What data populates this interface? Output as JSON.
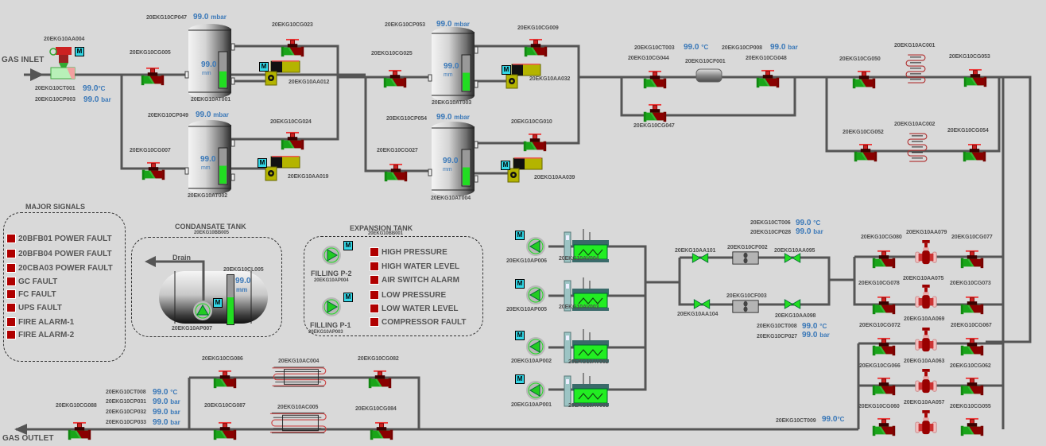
{
  "flow_labels": {
    "inlet": "GAS INLET",
    "outlet": "GAS OUTLET",
    "drain": "Drain"
  },
  "motor_badge": "M",
  "valves": [
    {
      "tag": "20EKG10CG005"
    },
    {
      "tag": "20EKG10CG007"
    },
    {
      "tag": "20EKG10CG023"
    },
    {
      "tag": "20EKG10CG024"
    },
    {
      "tag": "20EKG10CG025"
    },
    {
      "tag": "20EKG10CG027"
    },
    {
      "tag": "20EKG10CG009"
    },
    {
      "tag": "20EKG10CG010"
    },
    {
      "tag": "20EKG10CG044"
    },
    {
      "tag": "20EKG10CG047"
    },
    {
      "tag": "20EKG10CG048"
    },
    {
      "tag": "20EKG10CG050"
    },
    {
      "tag": "20EKG10CG052"
    },
    {
      "tag": "20EKG10CG053"
    },
    {
      "tag": "20EKG10CG054"
    },
    {
      "tag": "20EKG10CG080"
    },
    {
      "tag": "20EKG10CG077"
    },
    {
      "tag": "20EKG10CG078"
    },
    {
      "tag": "20EKG10CG073"
    },
    {
      "tag": "20EKG10CG072"
    },
    {
      "tag": "20EKG10CG067"
    },
    {
      "tag": "20EKG10CG066"
    },
    {
      "tag": "20EKG10CG062"
    },
    {
      "tag": "20EKG10CG060"
    },
    {
      "tag": "20EKG10CG055"
    },
    {
      "tag": "20EKG10CG086"
    },
    {
      "tag": "20EKG10CG082"
    },
    {
      "tag": "20EKG10CG087"
    },
    {
      "tag": "20EKG10CG084"
    },
    {
      "tag": "20EKG10CG088"
    }
  ],
  "control_valve": {
    "tag": "20EKG10AA004"
  },
  "actuators": [
    {
      "tag": "20EKG10AA012"
    },
    {
      "tag": "20EKG10AA019"
    },
    {
      "tag": "20EKG10AA032"
    },
    {
      "tag": "20EKG10AA039"
    }
  ],
  "vessels": [
    {
      "tag": "20EKG10AT001",
      "pressure_tag": "20EKG10CP047",
      "pressure": "99.0",
      "pressure_unit": "mbar",
      "level": "99.0",
      "level_unit": "mm",
      "fill": 0.45
    },
    {
      "tag": "20EKG10AT002",
      "pressure_tag": "20EKG10CP049",
      "pressure": "99.0",
      "pressure_unit": "mbar",
      "level": "99.0",
      "level_unit": "mm",
      "fill": 0.5
    },
    {
      "tag": "20EKG10AT003",
      "pressure_tag": "20EKG10CP053",
      "pressure": "99.0",
      "pressure_unit": "mbar",
      "level": "99.0",
      "level_unit": "mm",
      "fill": 0.5
    },
    {
      "tag": "20EKG10AT004",
      "pressure_tag": "20EKG10CP054",
      "pressure": "99.0",
      "pressure_unit": "mbar",
      "level": "99.0",
      "level_unit": "mm",
      "fill": 0.5
    }
  ],
  "inlet_readings": [
    {
      "tag": "20EKG10CT001",
      "value": "99.0",
      "unit": "°C"
    },
    {
      "tag": "20EKG10CP003",
      "value": "99.0",
      "unit": "bar"
    }
  ],
  "filter_line": {
    "filter_tag": "20EKG10CF001",
    "readings": [
      {
        "tag": "20EKG10CT003",
        "value": "99.0",
        "unit": "°C"
      },
      {
        "tag": "20EKG10CP008",
        "value": "99.0",
        "unit": "bar"
      }
    ]
  },
  "heaters_top": [
    {
      "tag": "20EKG10AC001"
    },
    {
      "tag": "20EKG10AC002"
    }
  ],
  "major_signals": {
    "title": "MAJOR SIGNALS",
    "items": [
      "20BFB01 POWER FAULT",
      "20BFB04 POWER FAULT",
      "20CBA03 POWER FAULT",
      "GC FAULT",
      "FC FAULT",
      "UPS FAULT",
      "FIRE ALARM-1",
      "FIRE ALARM-2"
    ],
    "alarm_color": "#b00000"
  },
  "condensate_tank": {
    "title": "CONDANSATE TANK",
    "tag": "20EKG10BB005",
    "level_tag": "20EKG10CL005",
    "level": "99.0",
    "level_unit": "mm",
    "fill": 0.55,
    "pump_tag": "20EKG10AP007"
  },
  "expansion_tank": {
    "title": "EXPANSION TANK",
    "tag": "20EKG10BB001",
    "pumps": [
      {
        "label": "FILLING P-2",
        "tag": "20EKG10AP004"
      },
      {
        "label": "FILLING P-1",
        "tag": "20EKG10AP003"
      }
    ],
    "alarms": [
      "HIGH PRESSURE",
      "HIGH WATER LEVEL",
      "AIR SWITCH ALARM",
      "LOW PRESSURE",
      "LOW WATER LEVEL",
      "COMPRESSOR FAULT"
    ]
  },
  "boilers": [
    {
      "pump": "20EKG10AP006",
      "heater": "20EKG10AV004"
    },
    {
      "pump": "20EKG10AP005",
      "heater": "20EKG10AV003"
    },
    {
      "pump": "20EKG10AP002",
      "heater": "20EKG10AV002"
    },
    {
      "pump": "20EKG10AP001",
      "heater": "20EKG10AV001"
    }
  ],
  "water_filters": {
    "upper": {
      "valve_in": "20EKG10AA101",
      "filter": "20EKG10CF002",
      "valve_out": "20EKG10AA095"
    },
    "lower": {
      "valve_in": "20EKG10AA104",
      "filter": "20EKG10CF003",
      "valve_out": "20EKG10AA098"
    },
    "readings_top": [
      {
        "tag": "20EKG10CT006",
        "value": "99.0",
        "unit": "°C"
      },
      {
        "tag": "20EKG10CP028",
        "value": "99.0",
        "unit": "bar"
      }
    ],
    "readings_bottom": [
      {
        "tag": "20EKG10CT008",
        "value": "99.0",
        "unit": "°C"
      },
      {
        "tag": "20EKG10CP027",
        "value": "99.0",
        "unit": "bar"
      }
    ]
  },
  "regulators": [
    {
      "tag": "20EKG10AA079"
    },
    {
      "tag": "20EKG10AA075"
    },
    {
      "tag": "20EKG10AA069"
    },
    {
      "tag": "20EKG10AA063"
    },
    {
      "tag": "20EKG10AA057"
    }
  ],
  "return_reading": {
    "tag": "20EKG10CT009",
    "value": "99.0",
    "unit": "°C"
  },
  "heaters_bottom": [
    {
      "tag": "20EKG10AC004"
    },
    {
      "tag": "20EKG10AC005"
    }
  ],
  "outlet_readings": [
    {
      "tag": "20EKG10CT008",
      "value": "99.0",
      "unit": "°C"
    },
    {
      "tag": "20EKG10CP031",
      "value": "99.0",
      "unit": "bar"
    },
    {
      "tag": "20EKG10CP032",
      "value": "99.0",
      "unit": "bar"
    },
    {
      "tag": "20EKG10CP033",
      "value": "99.0",
      "unit": "bar"
    }
  ],
  "colors": {
    "background": "#d9d9d9",
    "pipe": "#555555",
    "value_text": "#3a78b8",
    "tag_text": "#505050",
    "level_fill": "#22dd22",
    "alarm": "#b00000"
  }
}
